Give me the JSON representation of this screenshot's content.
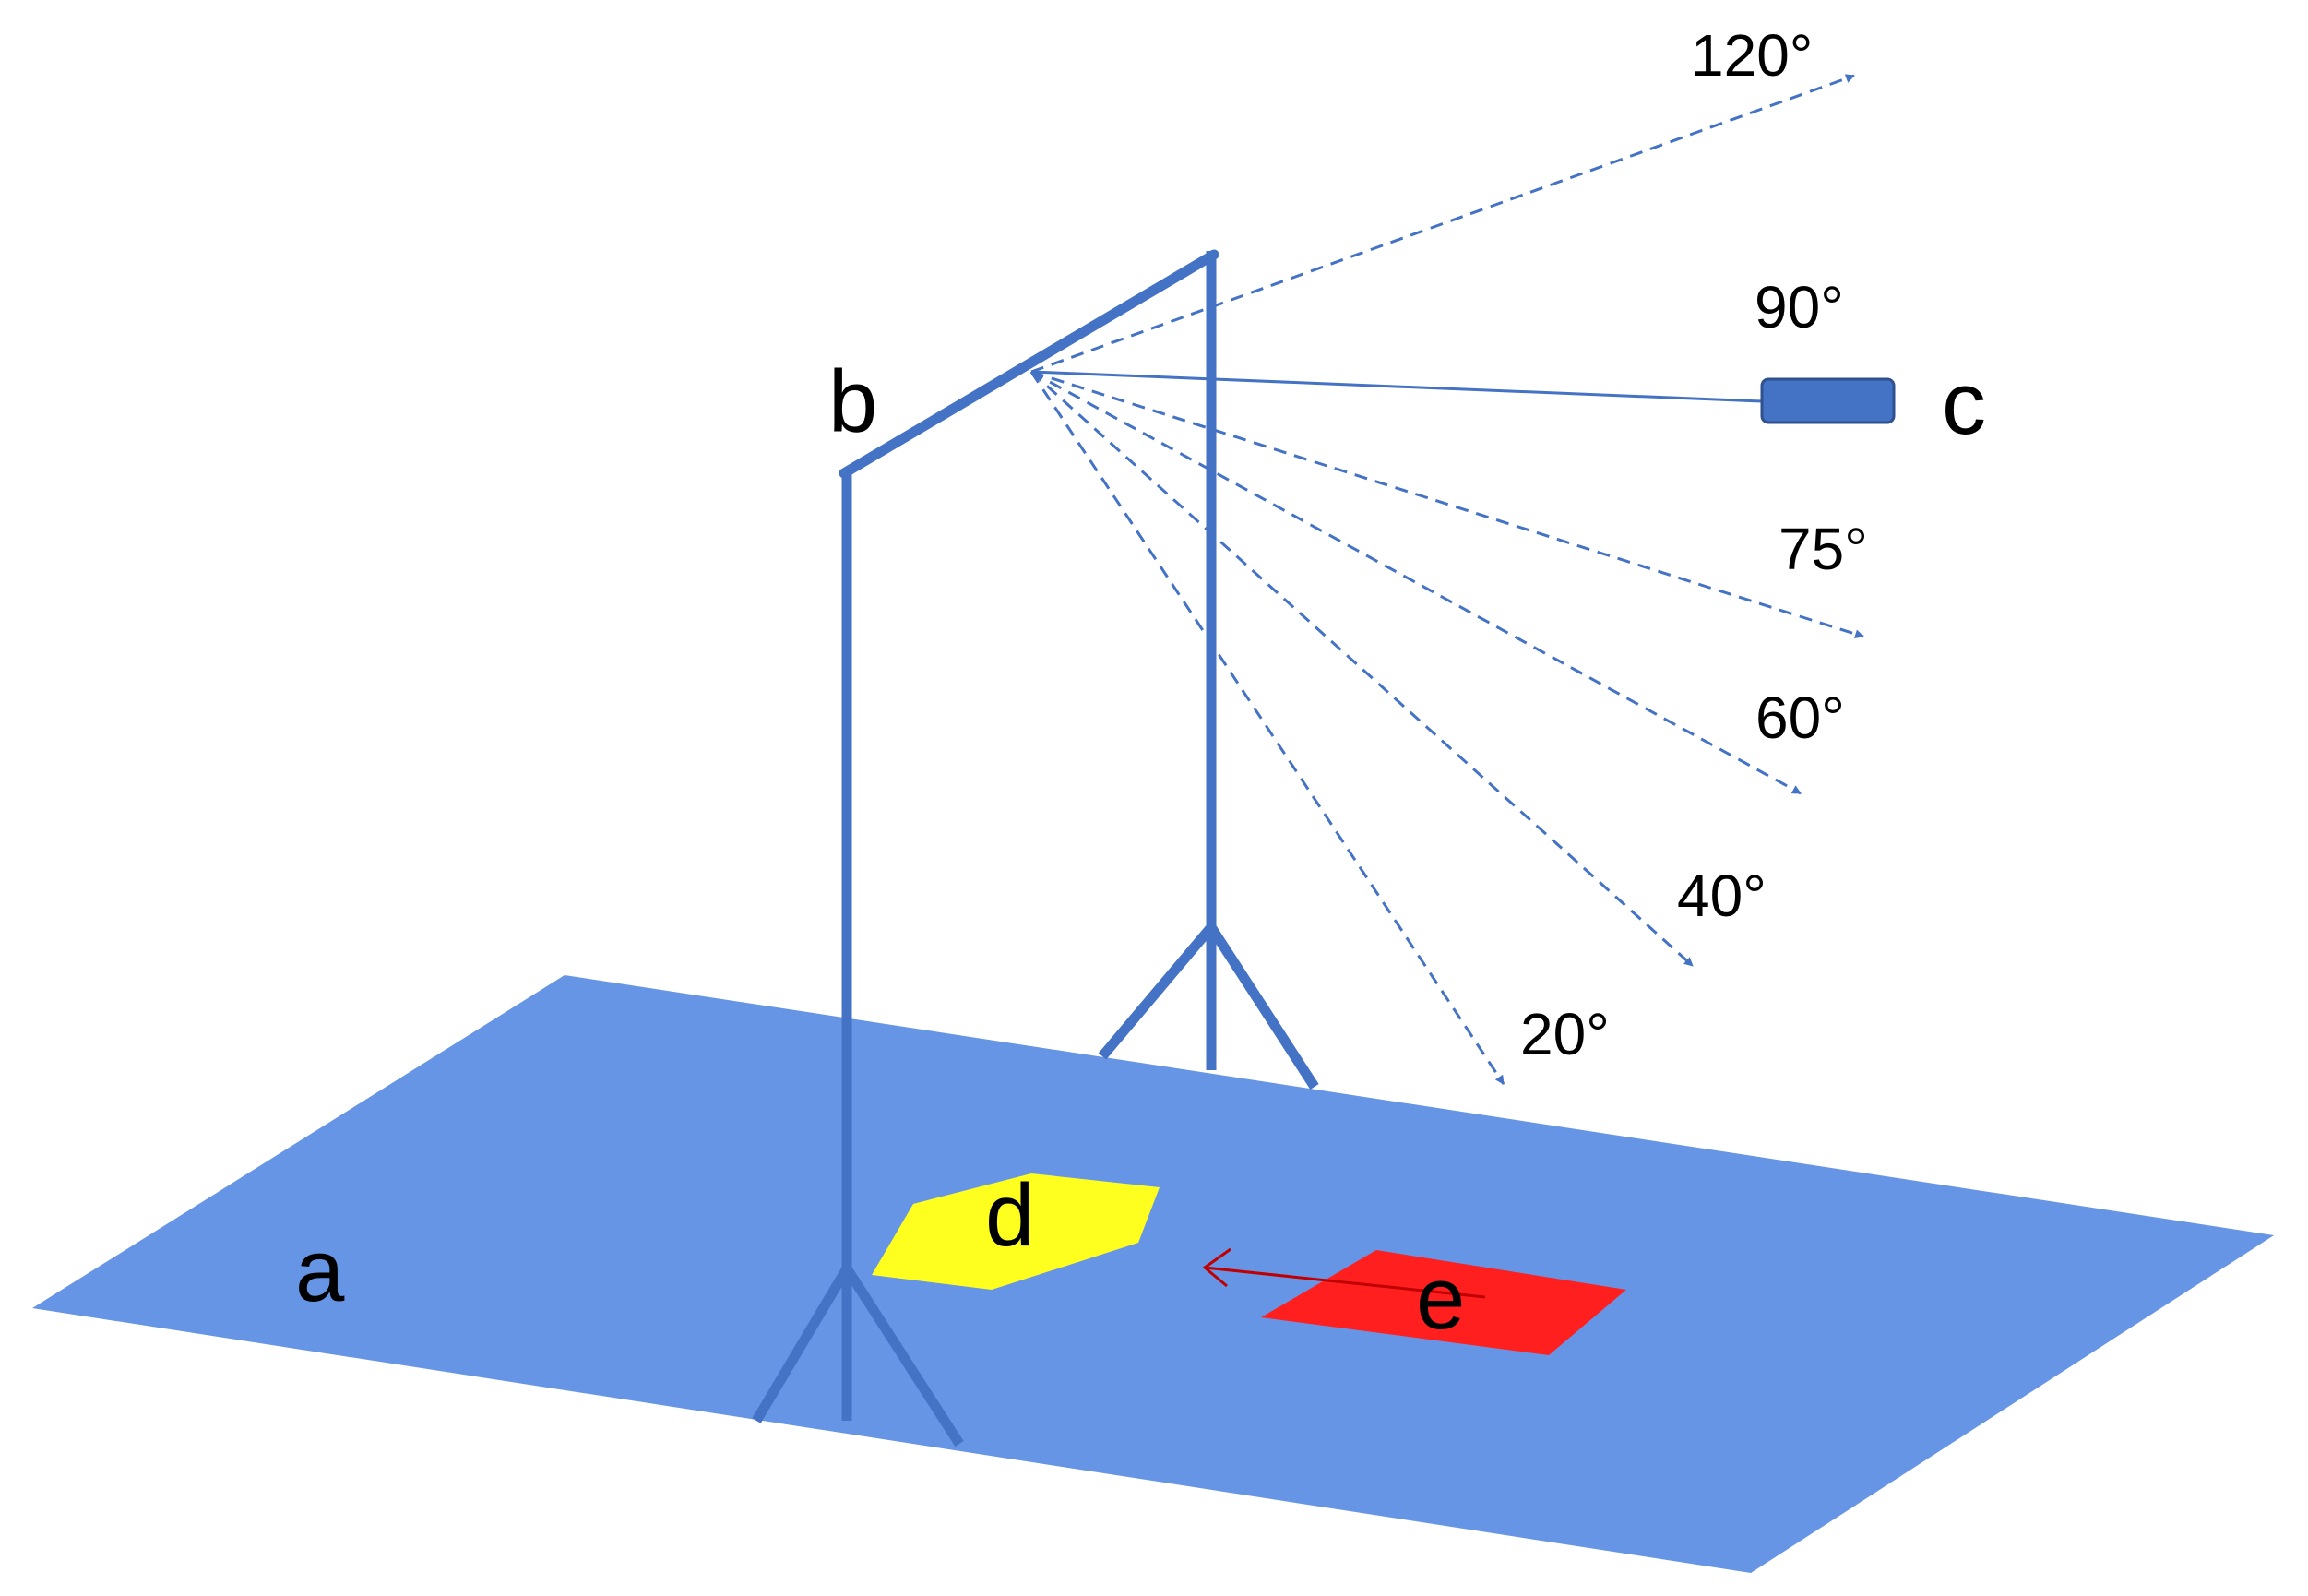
{
  "labels": {
    "a": "a",
    "b": "b",
    "c": "c",
    "d": "d",
    "e": "e"
  },
  "angles": {
    "a120": "120°",
    "a90": "90°",
    "a75": "75°",
    "a60": "60°",
    "a40": "40°",
    "a20": "20°"
  },
  "colors": {
    "plane": "#6795e6",
    "frame": "#4472c4",
    "hexagon": "#ffff1f",
    "rectangle": "#ff1f1f",
    "arrow": "#c00000"
  }
}
